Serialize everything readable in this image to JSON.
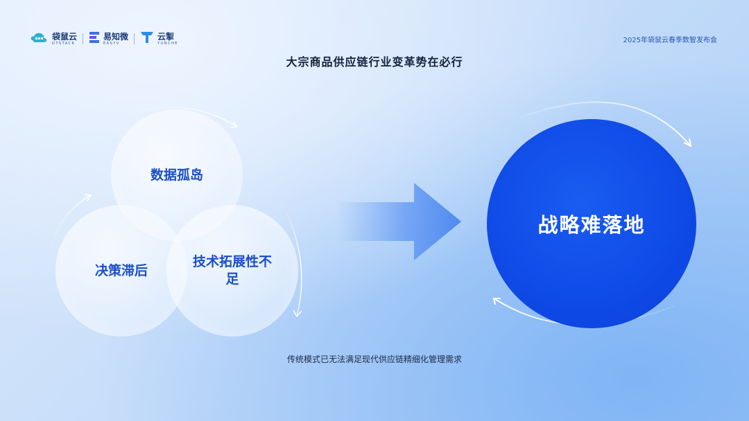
{
  "header": {
    "brands": [
      {
        "cn": "袋鼠云",
        "en": "DTSTACK"
      },
      {
        "cn": "易知微",
        "en": "EASYV"
      },
      {
        "cn": "云掣",
        "en": "YUNCHE"
      }
    ],
    "event": "2025年袋鼠云春季数智发布会"
  },
  "title": "大宗商品供应链行业变革势在必行",
  "venn": {
    "top": "数据孤岛",
    "left": "决策滞后",
    "right": "技术拓展性不足"
  },
  "result": "战略难落地",
  "footnote": "传统模式已无法满足现代供应链精细化管理需求",
  "colors": {
    "accent": "#0f4ae6",
    "text_blue": "#1b4fc6",
    "title": "#15213d"
  },
  "icons": [
    "dtstack-logo-icon",
    "easyv-logo-icon",
    "yunche-logo-icon",
    "right-arrow-icon"
  ]
}
